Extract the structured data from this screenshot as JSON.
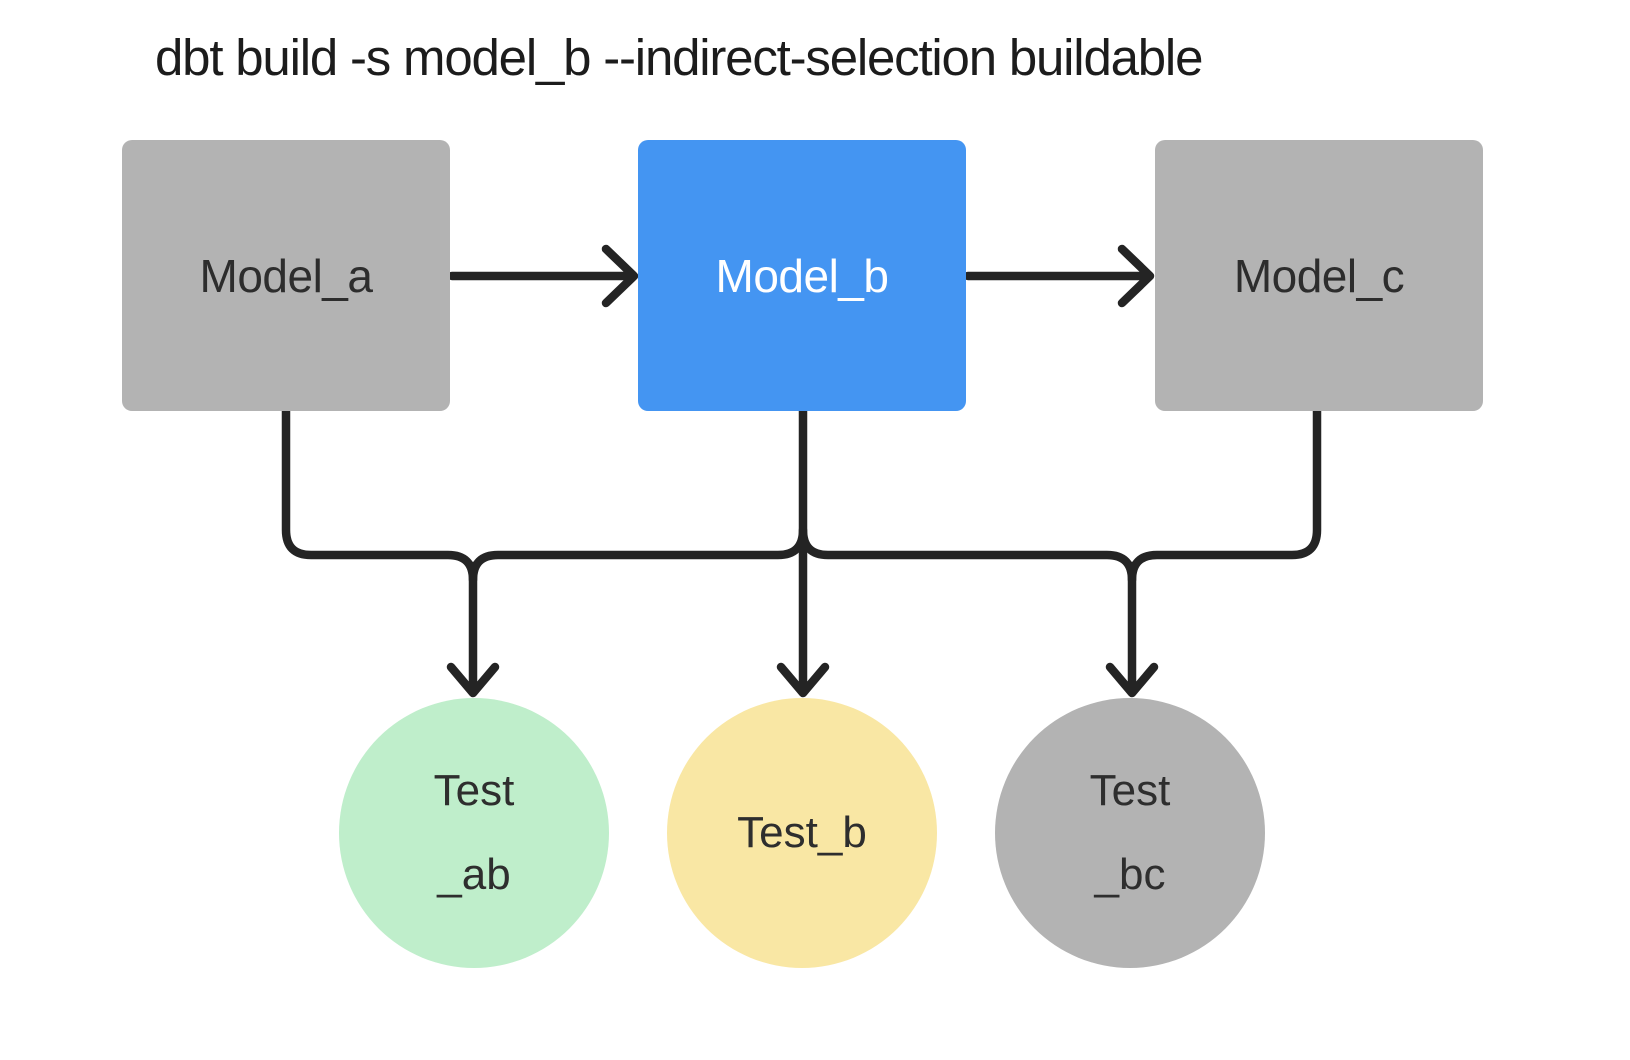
{
  "title": "dbt build -s model_b --indirect-selection buildable",
  "colors": {
    "model_default_fill": "#b3b3b3",
    "model_selected_fill": "#4495f2",
    "test_ab_fill": "#bfeecb",
    "test_b_fill": "#f9e7a4",
    "test_bc_fill": "#b3b3b3",
    "edge_stroke": "#242424",
    "text_dark": "#2d2d2d",
    "text_light": "#ffffff"
  },
  "nodes": {
    "model_a": {
      "label": "Model_a",
      "type": "model",
      "selected": false
    },
    "model_b": {
      "label": "Model_b",
      "type": "model",
      "selected": true
    },
    "model_c": {
      "label": "Model_c",
      "type": "model",
      "selected": false
    },
    "test_ab": {
      "label_line1": "Test",
      "label_line2": "_ab",
      "type": "test"
    },
    "test_b": {
      "label": "Test_b",
      "type": "test"
    },
    "test_bc": {
      "label_line1": "Test",
      "label_line2": "_bc",
      "type": "test"
    }
  },
  "edges": [
    {
      "from": "model_a",
      "to": "model_b"
    },
    {
      "from": "model_b",
      "to": "model_c"
    },
    {
      "from": "model_a",
      "to": "test_ab"
    },
    {
      "from": "model_b",
      "to": "test_ab"
    },
    {
      "from": "model_b",
      "to": "test_b"
    },
    {
      "from": "model_b",
      "to": "test_bc"
    },
    {
      "from": "model_c",
      "to": "test_bc"
    }
  ]
}
